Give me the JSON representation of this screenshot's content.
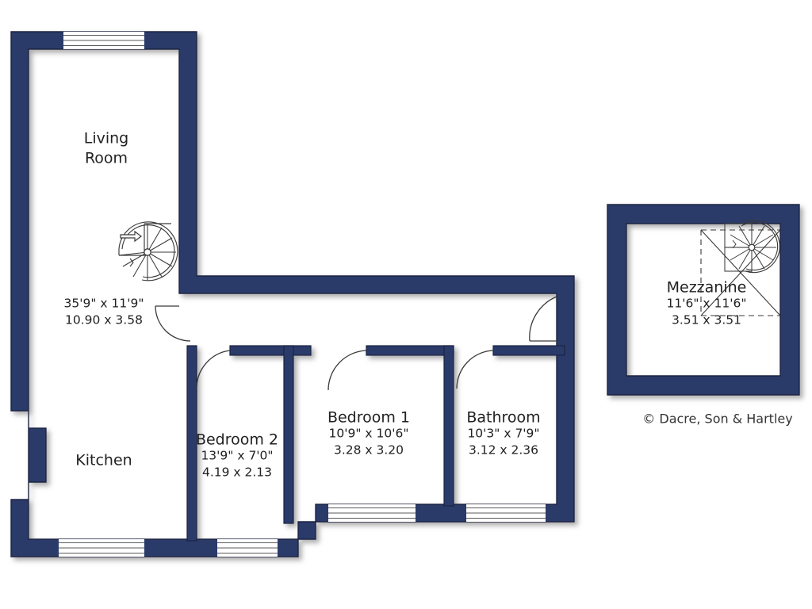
{
  "plan": {
    "title": "Residential Floor Plan",
    "colors": {
      "wall": "#2b3a6b",
      "wall_outline": "#1a2342",
      "floor": "#ffffff",
      "background": "#ffffff",
      "text": "#222222",
      "line": "#3a3a3a",
      "shadow": "#b0b0b0"
    }
  },
  "rooms": [
    {
      "id": "living-room",
      "name_line1": "Living",
      "name_line2": "Room",
      "dim_imperial": "35'9\"  x  11'9\"",
      "dim_metric": "10.90 x  3.58"
    },
    {
      "id": "kitchen",
      "name_line1": "Kitchen",
      "name_line2": "",
      "dim_imperial": "",
      "dim_metric": ""
    },
    {
      "id": "bedroom-2",
      "name_line1": "Bedroom 2",
      "name_line2": "",
      "dim_imperial": "13'9\"  x   7'0\"",
      "dim_metric": "4.19  x   2.13"
    },
    {
      "id": "bedroom-1",
      "name_line1": "Bedroom 1",
      "name_line2": "",
      "dim_imperial": "10'9\"  x  10'6\"",
      "dim_metric": "3.28  x  3.20"
    },
    {
      "id": "bathroom",
      "name_line1": "Bathroom",
      "name_line2": "",
      "dim_imperial": "10'3\"  x   7'9\"",
      "dim_metric": "3.12  x  2.36"
    },
    {
      "id": "mezzanine",
      "name_line1": "Mezzanine",
      "name_line2": "",
      "dim_imperial": "11'6\"  x  11'6\"",
      "dim_metric": "3.51  x  3.51"
    }
  ],
  "annotations": {
    "copyright": "© Dacre, Son & Hartley"
  },
  "features": {
    "spiral_staircase_main": "spiral-staircase-icon",
    "spiral_staircase_mezzanine": "spiral-staircase-icon",
    "door_count": 5,
    "window_count": 6
  }
}
